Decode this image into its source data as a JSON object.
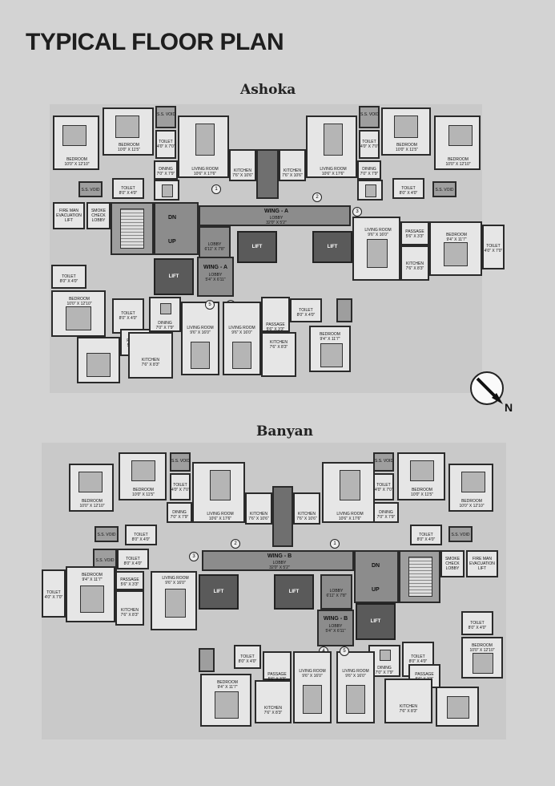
{
  "page_title": "TYPICAL FLOOR PLAN",
  "compass_label": "N",
  "plans": [
    {
      "title": "Ashoka",
      "wing_label": "WING - A",
      "wing_lobby": "LOBBY",
      "wing_dim": "32'0\" X 5'2\"",
      "lobby2_title": "WING - A",
      "lobby2_label": "LOBBY",
      "lobby2_dim": "5'4\" X 6'11\"",
      "lobby1_label": "LOBBY",
      "lobby1_dim": "6'11\" X 7'8\"",
      "lift": "LIFT",
      "dn": "DN",
      "up": "UP",
      "fire": "FIRE MAN EVACUATION LIFT",
      "smoke": "SMOKE CHECK LOBBY",
      "rooms": {
        "bedroom": "BEDROOM",
        "bedroom_dim1": "10'0\" X 12'10\"",
        "bedroom_dim2": "10'0\" X 11'5\"",
        "bedroom_dim3": "9'4\" X 11'7\"",
        "living": "LIVING ROOM",
        "living_dim1": "10'6\" X 17'6\"",
        "living_dim2": "9'6\" X 16'0\"",
        "kitchen": "KITCHEN",
        "kitchen_dim1": "7'6\" X 10'6\"",
        "kitchen_dim2": "7'6\" X 8'3\"",
        "dining": "DINING",
        "dining_dim": "7'0\" X 7'9\"",
        "toilet": "TOILET",
        "toilet_dim1": "4'0\" X 7'0\"",
        "toilet_dim2": "8'0\" X 4'0\"",
        "passage": "PASSAGE",
        "passage_dim": "5'6\" X 3'3\"",
        "ss_void": "S.S. VOID",
        "void": "VOID"
      }
    },
    {
      "title": "Banyan",
      "wing_label": "WING - B",
      "wing_lobby": "LOBBY",
      "wing_dim": "32'0\" X 5'2\"",
      "lobby2_title": "WING - B",
      "lobby2_label": "LOBBY",
      "lobby2_dim": "5'4\" X 6'11\"",
      "lobby1_label": "LOBBY",
      "lobby1_dim": "6'11\" X 7'8\"",
      "lift": "LIFT",
      "dn": "DN",
      "up": "UP",
      "fire": "FIRE MAN EVACUATION LIFT",
      "smoke": "SMOKE CHECK LOBBY",
      "rooms": {
        "bedroom": "BEDROOM",
        "bedroom_dim1": "10'0\" X 12'10\"",
        "bedroom_dim2": "10'0\" X 11'5\"",
        "bedroom_dim3": "9'4\" X 11'7\"",
        "living": "LIVING ROOM",
        "living_dim1": "10'6\" X 17'6\"",
        "living_dim2": "9'6\" X 16'0\"",
        "kitchen": "KITCHEN",
        "kitchen_dim1": "7'6\" X 10'6\"",
        "kitchen_dim2": "7'6\" X 8'3\"",
        "dining": "DINING",
        "dining_dim": "7'0\" X 7'9\"",
        "toilet": "TOILET",
        "toilet_dim1": "4'0\" X 7'0\"",
        "toilet_dim2": "8'0\" X 4'0\"",
        "passage": "PASSAGE",
        "passage_dim": "5'6\" X 3'3\"",
        "ss_void": "S.S. VOID",
        "void": "VOID"
      }
    }
  ]
}
